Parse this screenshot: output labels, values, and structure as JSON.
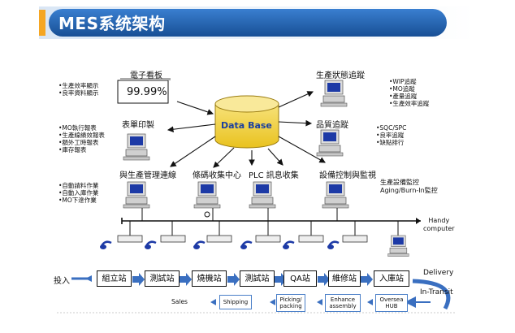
{
  "title": "MES系统架构",
  "database": "Data Base",
  "kanban": {
    "label": "電子看板",
    "value": "99.99%"
  },
  "left_features_top": [
    "•生產效率顯示",
    "•良率資料顯示"
  ],
  "left_features_mid": [
    "•MO執行報表",
    "•生產線績效報表",
    "•額外工時報表",
    "•庫存報表"
  ],
  "left_features_bottom": [
    "•自動請料作業",
    "•自動入庫作業",
    "•MO下達作業"
  ],
  "right_features_top": [
    "•WIP追蹤",
    "•MO追蹤",
    "•產量追蹤",
    "•生產效率追蹤"
  ],
  "right_features_mid": [
    "•SQC/SPC",
    "•良率追蹤",
    "•缺點排行"
  ],
  "right_features_bottom": [
    "生產設備監控",
    "Aging/Burn-In監控"
  ],
  "nodes": {
    "report_print": "表單印製",
    "production_tracking": "生產狀態追蹤",
    "quality_tracking": "品質追蹤",
    "production_mgmt": "與生產管理連線",
    "data_collection": "條碼收集中心",
    "plc_collection": "PLC 訊息收集",
    "equipment": "設備控制與監視",
    "handy_computer": "Handy\ncomputer"
  },
  "flow": {
    "input_label": "投入",
    "stations": [
      "組立站",
      "測試站",
      "燒機站",
      "測試站",
      "QA站",
      "維修站",
      "入庫站"
    ],
    "delivery": "Delivery",
    "in_transit": "In-Transit",
    "return_items": [
      "Sales",
      "Shipping",
      "Picking/\npacking",
      "Enhance\nassembly",
      "Oversea\nHUB"
    ]
  },
  "colors": {
    "title_bg": "#1f5fa8",
    "accent": "#4a7fc8",
    "db_fill": "#f2d23a",
    "db_text": "#1a3fa0"
  }
}
